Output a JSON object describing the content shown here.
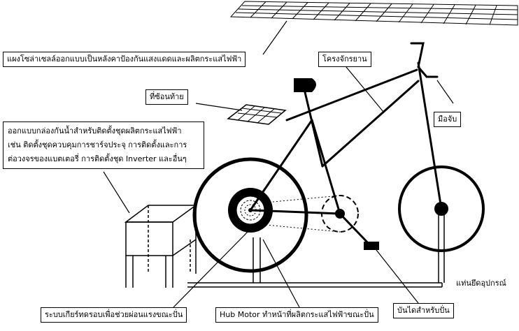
{
  "labels": {
    "solar_panel": "แผงโซล่าเซลล์ออกแบบเป็นหลังคาป้องกันแสงแดดและผลิตกระแสไฟฟ้า",
    "frame": "โครงจักรยาน",
    "handlebar": "มือจับ",
    "rear_rack": "ที่ซ้อนท้าย",
    "enclosure_lines": [
      "ออกแบบกล่องกันน้ำสำหรับติดตั้งชุดผลิตกระแสไฟฟ้า",
      "เช่น ติดตั้งชุดควบคุมการชาร์จประจุ การติดตั้งและการ",
      "ต่อวงจรของแบตเตอรี่ การติดตั้งชุด Inverter และอื่นๆ"
    ],
    "stand": "แท่นยึดอุปกรณ์",
    "gear_system": "ระบบเกียร์ทดรอบเพื่อช่วยผ่อนแรงขณะปั่น",
    "hub_motor": "Hub Motor ทำหน้าที่ผลิตกระแสไฟฟ้าขณะปั่น",
    "pedal": "บันไดสำหรับปั่น"
  }
}
